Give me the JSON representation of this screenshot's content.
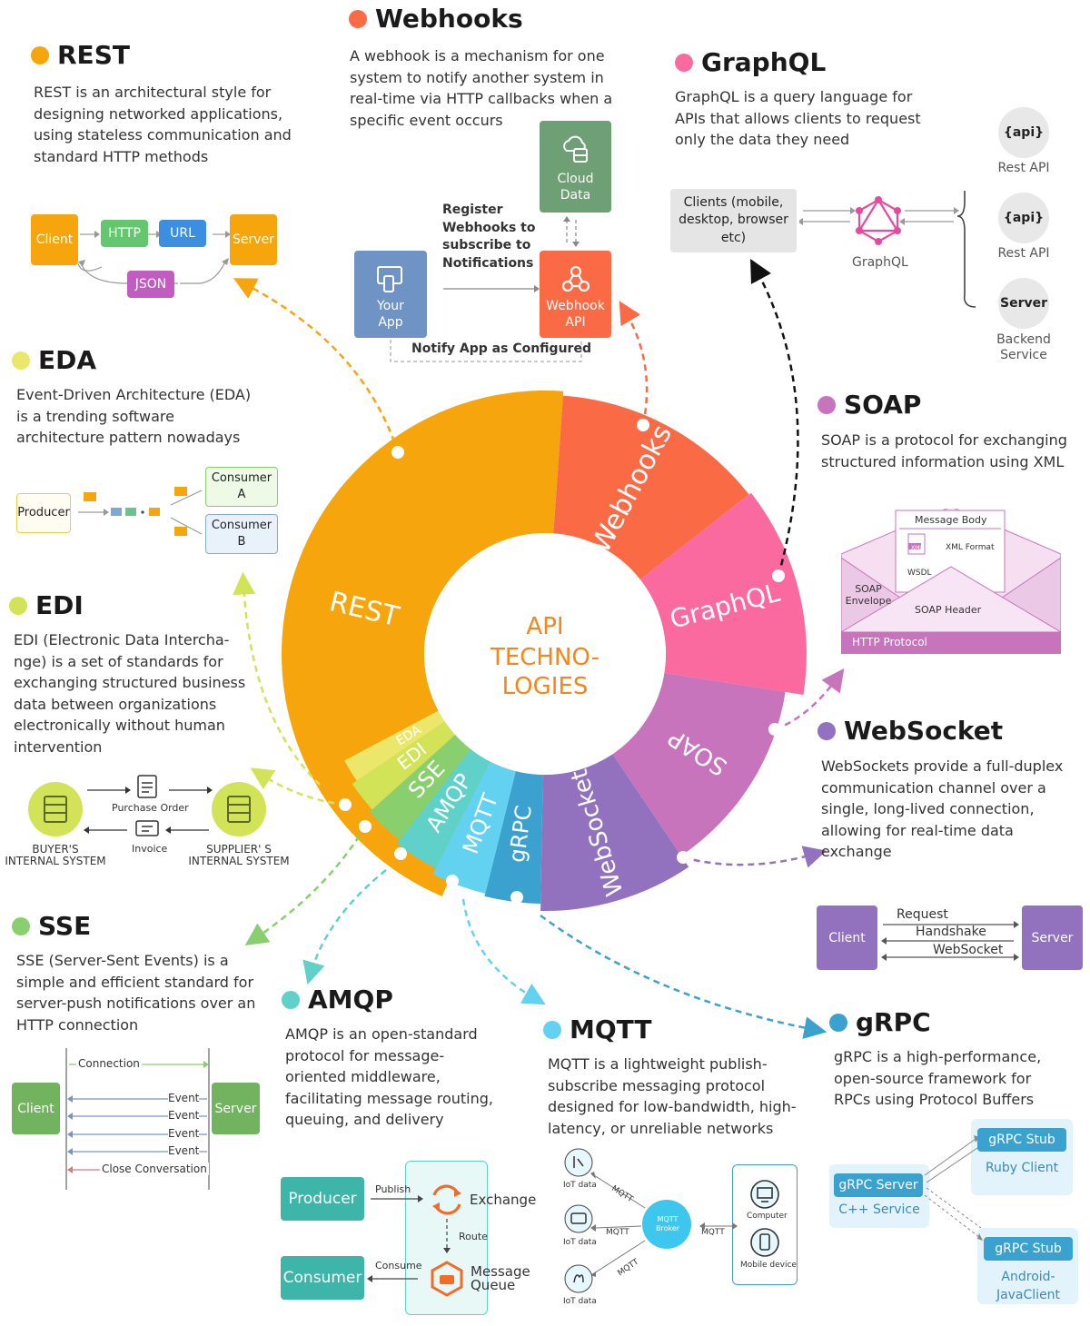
{
  "center": {
    "line1": "API",
    "line2": "TECHNO-",
    "line3": "LOGIES"
  },
  "wheel": [
    {
      "label": "REST",
      "color": "#F6A50C"
    },
    {
      "label": "Webhooks",
      "color": "#FA6A45"
    },
    {
      "label": "GraphQL",
      "color": "#FB6A9F"
    },
    {
      "label": "SOAP",
      "color": "#C774BC"
    },
    {
      "label": "WebSocket",
      "color": "#9272BE"
    },
    {
      "label": "gRPC",
      "color": "#3BA2D0"
    },
    {
      "label": "MQTT",
      "color": "#63D2F1"
    },
    {
      "label": "AMQP",
      "color": "#5FD1C8"
    },
    {
      "label": "SSE",
      "color": "#8ACF6E"
    },
    {
      "label": "EDI",
      "color": "#D3E357"
    },
    {
      "label": "EDA",
      "color": "#EAE76A"
    }
  ],
  "rest": {
    "title": "REST",
    "color": "#F6A50C",
    "desc": "REST is an architectural style for designing networked applications, using stateless communication and standard HTTP methods",
    "client": "Client",
    "http": "HTTP",
    "url": "URL",
    "server": "Server",
    "json": "JSON"
  },
  "webhooks": {
    "title": "Webhooks",
    "color": "#FA6A45",
    "desc": "A webhook is a mechanism for one system to notify another system in real-time via HTTP callbacks when a specific event occurs",
    "cloud": "Cloud Data",
    "your_app": "Your App",
    "webhook_api": "Webhook API",
    "register": "Register Webhooks to subscribe to Notifications",
    "notify": "Notify App as Configured"
  },
  "graphql": {
    "title": "GraphQL",
    "color": "#FB6A9F",
    "desc": "GraphQL is a query language for APIs that allows clients to request only the data they need",
    "clients": "Clients (mobile, desktop, browser etc)",
    "graphql_label": "GraphQL",
    "api1": "{api}",
    "rest_api1": "Rest API",
    "api2": "{api}",
    "rest_api2": "Rest API",
    "server": "Server",
    "backend": "Backend Service"
  },
  "eda": {
    "title": "EDA",
    "color": "#EAE76A",
    "desc": "Event-Driven Architecture (EDA) is a trending software architecture pattern nowadays",
    "producer": "Producer",
    "consumer_a": "Consumer A",
    "consumer_b": "Consumer B"
  },
  "soap": {
    "title": "SOAP",
    "color": "#C774BC",
    "desc": "SOAP is a protocol for exchanging structured information using XML",
    "message_body": "Message Body",
    "xml": "XML",
    "xml_format": "XML Format",
    "wsdl": "WSDL",
    "envelope": "SOAP Envelope",
    "header": "SOAP Header",
    "http": "HTTP Protocol"
  },
  "edi": {
    "title": "EDI",
    "color": "#D3E357",
    "desc": "EDI (Electronic Data Intercha-nge) is a set of standards for exchanging structured business data between organizations electronically without human intervention",
    "purchase": "Purchase Order",
    "invoice": "Invoice",
    "buyer": "BUYER'S INTERNAL SYSTEM",
    "supplier": "SUPPLIER' S INTERNAL SYSTEM"
  },
  "websocket": {
    "title": "WebSocket",
    "color": "#9272BE",
    "desc": "WebSockets provide a full-duplex communication channel over a single, long-lived connection, allowing for real-time data exchange",
    "client": "Client",
    "server": "Server",
    "request": "Request",
    "handshake": "Handshake",
    "websocket": "WebSocket"
  },
  "sse": {
    "title": "SSE",
    "color": "#8ACF6E",
    "desc": "SSE (Server-Sent Events) is a simple and efficient standard for server-push notifications over an HTTP connection",
    "client": "Client",
    "server": "Server",
    "connection": "Connection",
    "events": [
      "Event",
      "Event",
      "Event",
      "Event"
    ],
    "close": "Close Conversation"
  },
  "amqp": {
    "title": "AMQP",
    "color": "#5FD1C8",
    "desc": "AMQP is an open-standard protocol for message-oriented middleware, facilitating message routing, queuing, and delivery",
    "producer": "Producer",
    "consumer": "Consumer",
    "publish": "Publish",
    "exchange": "Exchange",
    "route": "Route",
    "consume": "Consume",
    "queue": "Message Queue"
  },
  "mqtt": {
    "title": "MQTT",
    "color": "#63D2F1",
    "desc": "MQTT is a lightweight publish-subscribe messaging protocol designed for low-bandwidth, high-latency, or unreliable networks",
    "iot1": "IoT data",
    "iot2": "IoT data",
    "iot3": "IoT data",
    "broker": "MQTT Broker",
    "mqtt1": "MQTT",
    "mqtt2": "MQTT",
    "mqtt3": "MQTT",
    "mqtt4": "MQTT",
    "computer": "Computer",
    "mobile": "Mobile device"
  },
  "grpc": {
    "title": "gRPC",
    "color": "#3BA2D0",
    "desc": "gRPC is a high-performance, open-source framework for RPCs using Protocol Buffers",
    "server": "gRPC Server",
    "cpp": "C++ Service",
    "stub1": "gRPC Stub",
    "ruby": "Ruby Client",
    "stub2": "gRPC Stub",
    "android": "Android-JavaClient"
  }
}
